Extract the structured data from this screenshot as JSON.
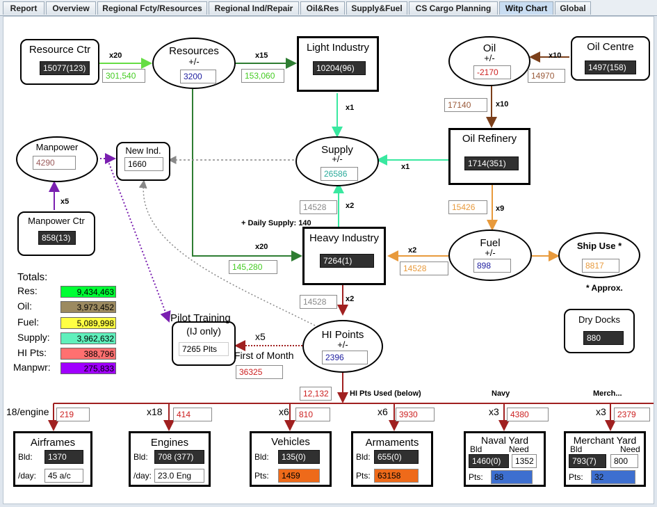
{
  "tabs": [
    "Report",
    "Overview",
    "Regional Fcty/Resources",
    "Regional Ind/Repair",
    "Oil&Res",
    "Supply&Fuel",
    "CS Cargo Planning",
    "Witp Chart",
    "Global"
  ],
  "active_tab": "Witp Chart",
  "nodes": {
    "resource_ctr": {
      "title": "Resource Ctr",
      "value": "15077(123)"
    },
    "resources": {
      "title": "Resources",
      "sub": "+/-",
      "value": "3200"
    },
    "light_industry": {
      "title": "Light Industry",
      "value": "10204(96)"
    },
    "oil": {
      "title": "Oil",
      "sub": "+/-",
      "value": "-2170"
    },
    "oil_centre": {
      "title": "Oil Centre",
      "value": "1497(158)"
    },
    "manpower": {
      "title": "Manpower",
      "value": "4290"
    },
    "new_ind": {
      "title": "New Ind.",
      "value": "1660"
    },
    "supply": {
      "title": "Supply",
      "sub": "+/-",
      "value": "26586"
    },
    "oil_refinery": {
      "title": "Oil Refinery",
      "value": "1714(351)"
    },
    "manpower_ctr": {
      "title": "Manpower Ctr",
      "value": "858(13)"
    },
    "heavy_industry": {
      "title": "Heavy Industry",
      "value": "7264(1)"
    },
    "fuel": {
      "title": "Fuel",
      "sub": "+/-",
      "value": "898"
    },
    "ship_use": {
      "title": "Ship Use *",
      "value": "8817"
    },
    "dry_docks": {
      "title": "Dry Docks",
      "value": "880"
    },
    "pilot_training": {
      "title": "Pilot Training",
      "sub": "(IJ only)",
      "value": "7265 Plts"
    },
    "hi_points": {
      "title": "HI Points",
      "sub": "+/-",
      "value": "2396"
    }
  },
  "flows": {
    "rc_to_res": {
      "mult": "x20",
      "value": "301,540"
    },
    "res_to_li": {
      "mult": "x15",
      "value": "153,060"
    },
    "oc_to_oil": {
      "mult": "x10",
      "value": "14970"
    },
    "oil_to_ref": {
      "mult": "x10",
      "value": "17140"
    },
    "li_to_supply": {
      "mult": "x1"
    },
    "ref_to_supply": {
      "mult": "x1"
    },
    "supply_hi": {
      "mult": "x2",
      "value": "14528"
    },
    "mp_ctr": {
      "mult": "x5"
    },
    "ref_to_fuel": {
      "mult": "x9",
      "value": "15426"
    },
    "res_to_hi": {
      "mult": "x20",
      "value": "145,280"
    },
    "fuel_to_hi": {
      "mult": "x2",
      "value": "14528"
    },
    "hi_to_pts": {
      "mult": "x2",
      "value": "14528"
    },
    "pts_to_pilot": {
      "mult": "x5",
      "value": "36325"
    },
    "hi_used": {
      "value": "12,132"
    }
  },
  "notes": {
    "daily_supply": "+ Daily Supply: 140",
    "approx": "* Approx.",
    "first_of_month": "First of Month",
    "hi_pts_used": "HI Pts Used (below)",
    "navy": "Navy",
    "merch": "Merch..."
  },
  "totals": {
    "heading": "Totals:",
    "rows": [
      {
        "label": "Res:",
        "value": "9,434,463",
        "color": "#00ff33"
      },
      {
        "label": "Oil:",
        "value": "3,973,452",
        "color": "#9c8a60"
      },
      {
        "label": "Fuel:",
        "value": "5,089,998",
        "color": "#ffff44"
      },
      {
        "label": "Supply:",
        "value": "3,962,632",
        "color": "#5ff0bc"
      },
      {
        "label": "HI Pts:",
        "value": "388,796",
        "color": "#ff7070"
      },
      {
        "label": "Manpwr:",
        "value": "275,833",
        "color": "#a000ff"
      }
    ]
  },
  "production": [
    {
      "key": "airframes",
      "mult": "18/engine",
      "cost": "219",
      "title": "Airframes",
      "bld_label": "Bld:",
      "bld": "1370",
      "rate_label": "/day:",
      "rate": "45 a/c"
    },
    {
      "key": "engines",
      "mult": "x18",
      "cost": "414",
      "title": "Engines",
      "bld_label": "Bld:",
      "bld": "708 (377)",
      "rate_label": "/day:",
      "rate": "23.0 Eng"
    },
    {
      "key": "vehicles",
      "mult": "x6",
      "cost": "810",
      "title": "Vehicles",
      "bld_label": "Bld:",
      "bld": "135(0)",
      "pts_label": "Pts:",
      "pts": "1459"
    },
    {
      "key": "armaments",
      "mult": "x6",
      "cost": "3930",
      "title": "Armaments",
      "bld_label": "Bld:",
      "bld": "655(0)",
      "pts_label": "Pts:",
      "pts": "63158"
    },
    {
      "key": "naval",
      "mult": "x3",
      "cost": "4380",
      "title": "Naval Yard",
      "bld_label": "Bld",
      "need_label": "Need",
      "bld": "1460(0)",
      "need": "1352",
      "pts_label": "Pts:",
      "pts": "88"
    },
    {
      "key": "merchant",
      "mult": "x3",
      "cost": "2379",
      "title": "Merchant Yard",
      "bld_label": "Bld",
      "need_label": "Need",
      "bld": "793(7)",
      "need": "800",
      "pts_label": "Pts:",
      "pts": "32"
    }
  ],
  "colors": {
    "resources": "#66dd44",
    "resources_dark": "#2e7d32",
    "oil": "#7b3f1a",
    "supply": "#39e8a0",
    "fuel": "#e89a3c",
    "hi": "#a02020",
    "manpower": "#7a1fb0",
    "grey": "#888888",
    "blue_text": "#2020a0",
    "red_text": "#cc2020",
    "orange_fill": "#ee6a1a",
    "blue_fill": "#3d6fd0"
  }
}
